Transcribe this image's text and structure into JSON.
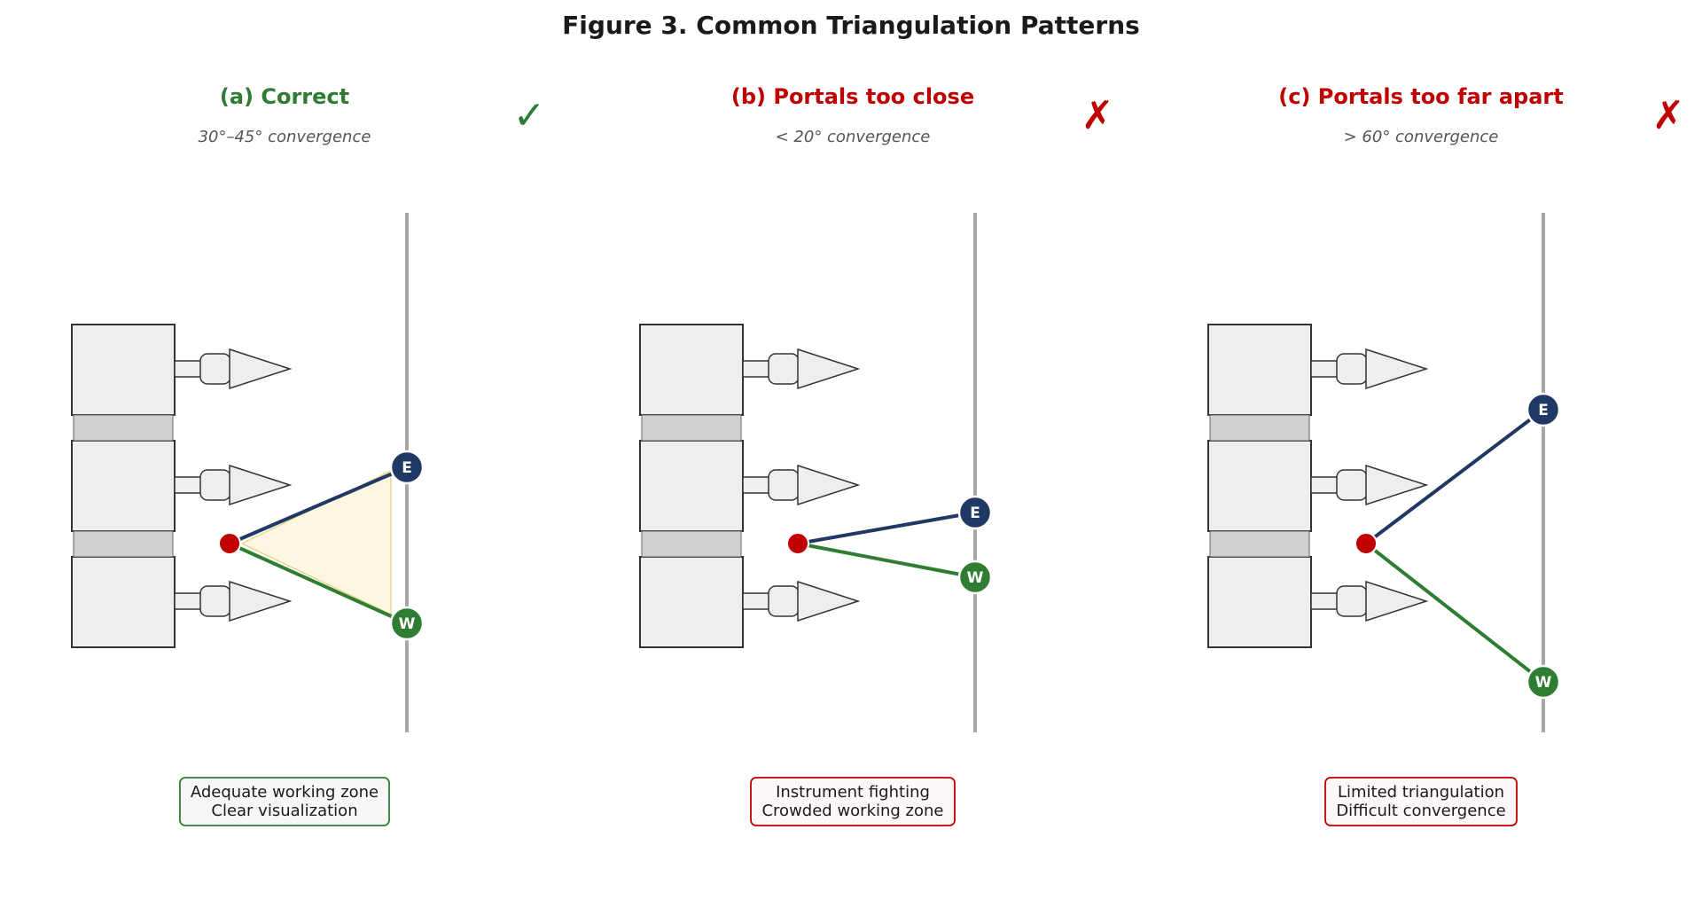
{
  "figure": {
    "title": "Figure 3. Common Triangulation Patterns"
  },
  "colors": {
    "correct": "#2e7d32",
    "incorrect": "#c00000",
    "east_port": "#1f3864",
    "west_port": "#2e7d32",
    "target": "#c00000",
    "skin_line": "#a6a6a6",
    "vertebra_fill": "#eeeeee",
    "disc_fill": "#d0d0d0",
    "zone_fill": "#fdf6e3"
  },
  "panels": [
    {
      "id": "a",
      "title": "(a) Correct",
      "subtitle": "30°–45° convergence",
      "status": "correct",
      "mark": "✓",
      "mark_icon": "check-mark-icon",
      "east_label": "E",
      "west_label": "W",
      "caption_lines": [
        "Adequate working zone",
        "Clear visualization"
      ],
      "working_zone": true
    },
    {
      "id": "b",
      "title": "(b) Portals too close",
      "subtitle": "< 20° convergence",
      "status": "incorrect",
      "mark": "✗",
      "mark_icon": "cross-mark-icon",
      "east_label": "E",
      "west_label": "W",
      "caption_lines": [
        "Instrument fighting",
        "Crowded working zone"
      ],
      "working_zone": false
    },
    {
      "id": "c",
      "title": "(c) Portals too far apart",
      "subtitle": "> 60° convergence",
      "status": "incorrect",
      "mark": "✗",
      "mark_icon": "cross-mark-icon",
      "east_label": "E",
      "west_label": "W",
      "caption_lines": [
        "Limited triangulation",
        "Difficult convergence"
      ],
      "working_zone": false
    }
  ]
}
